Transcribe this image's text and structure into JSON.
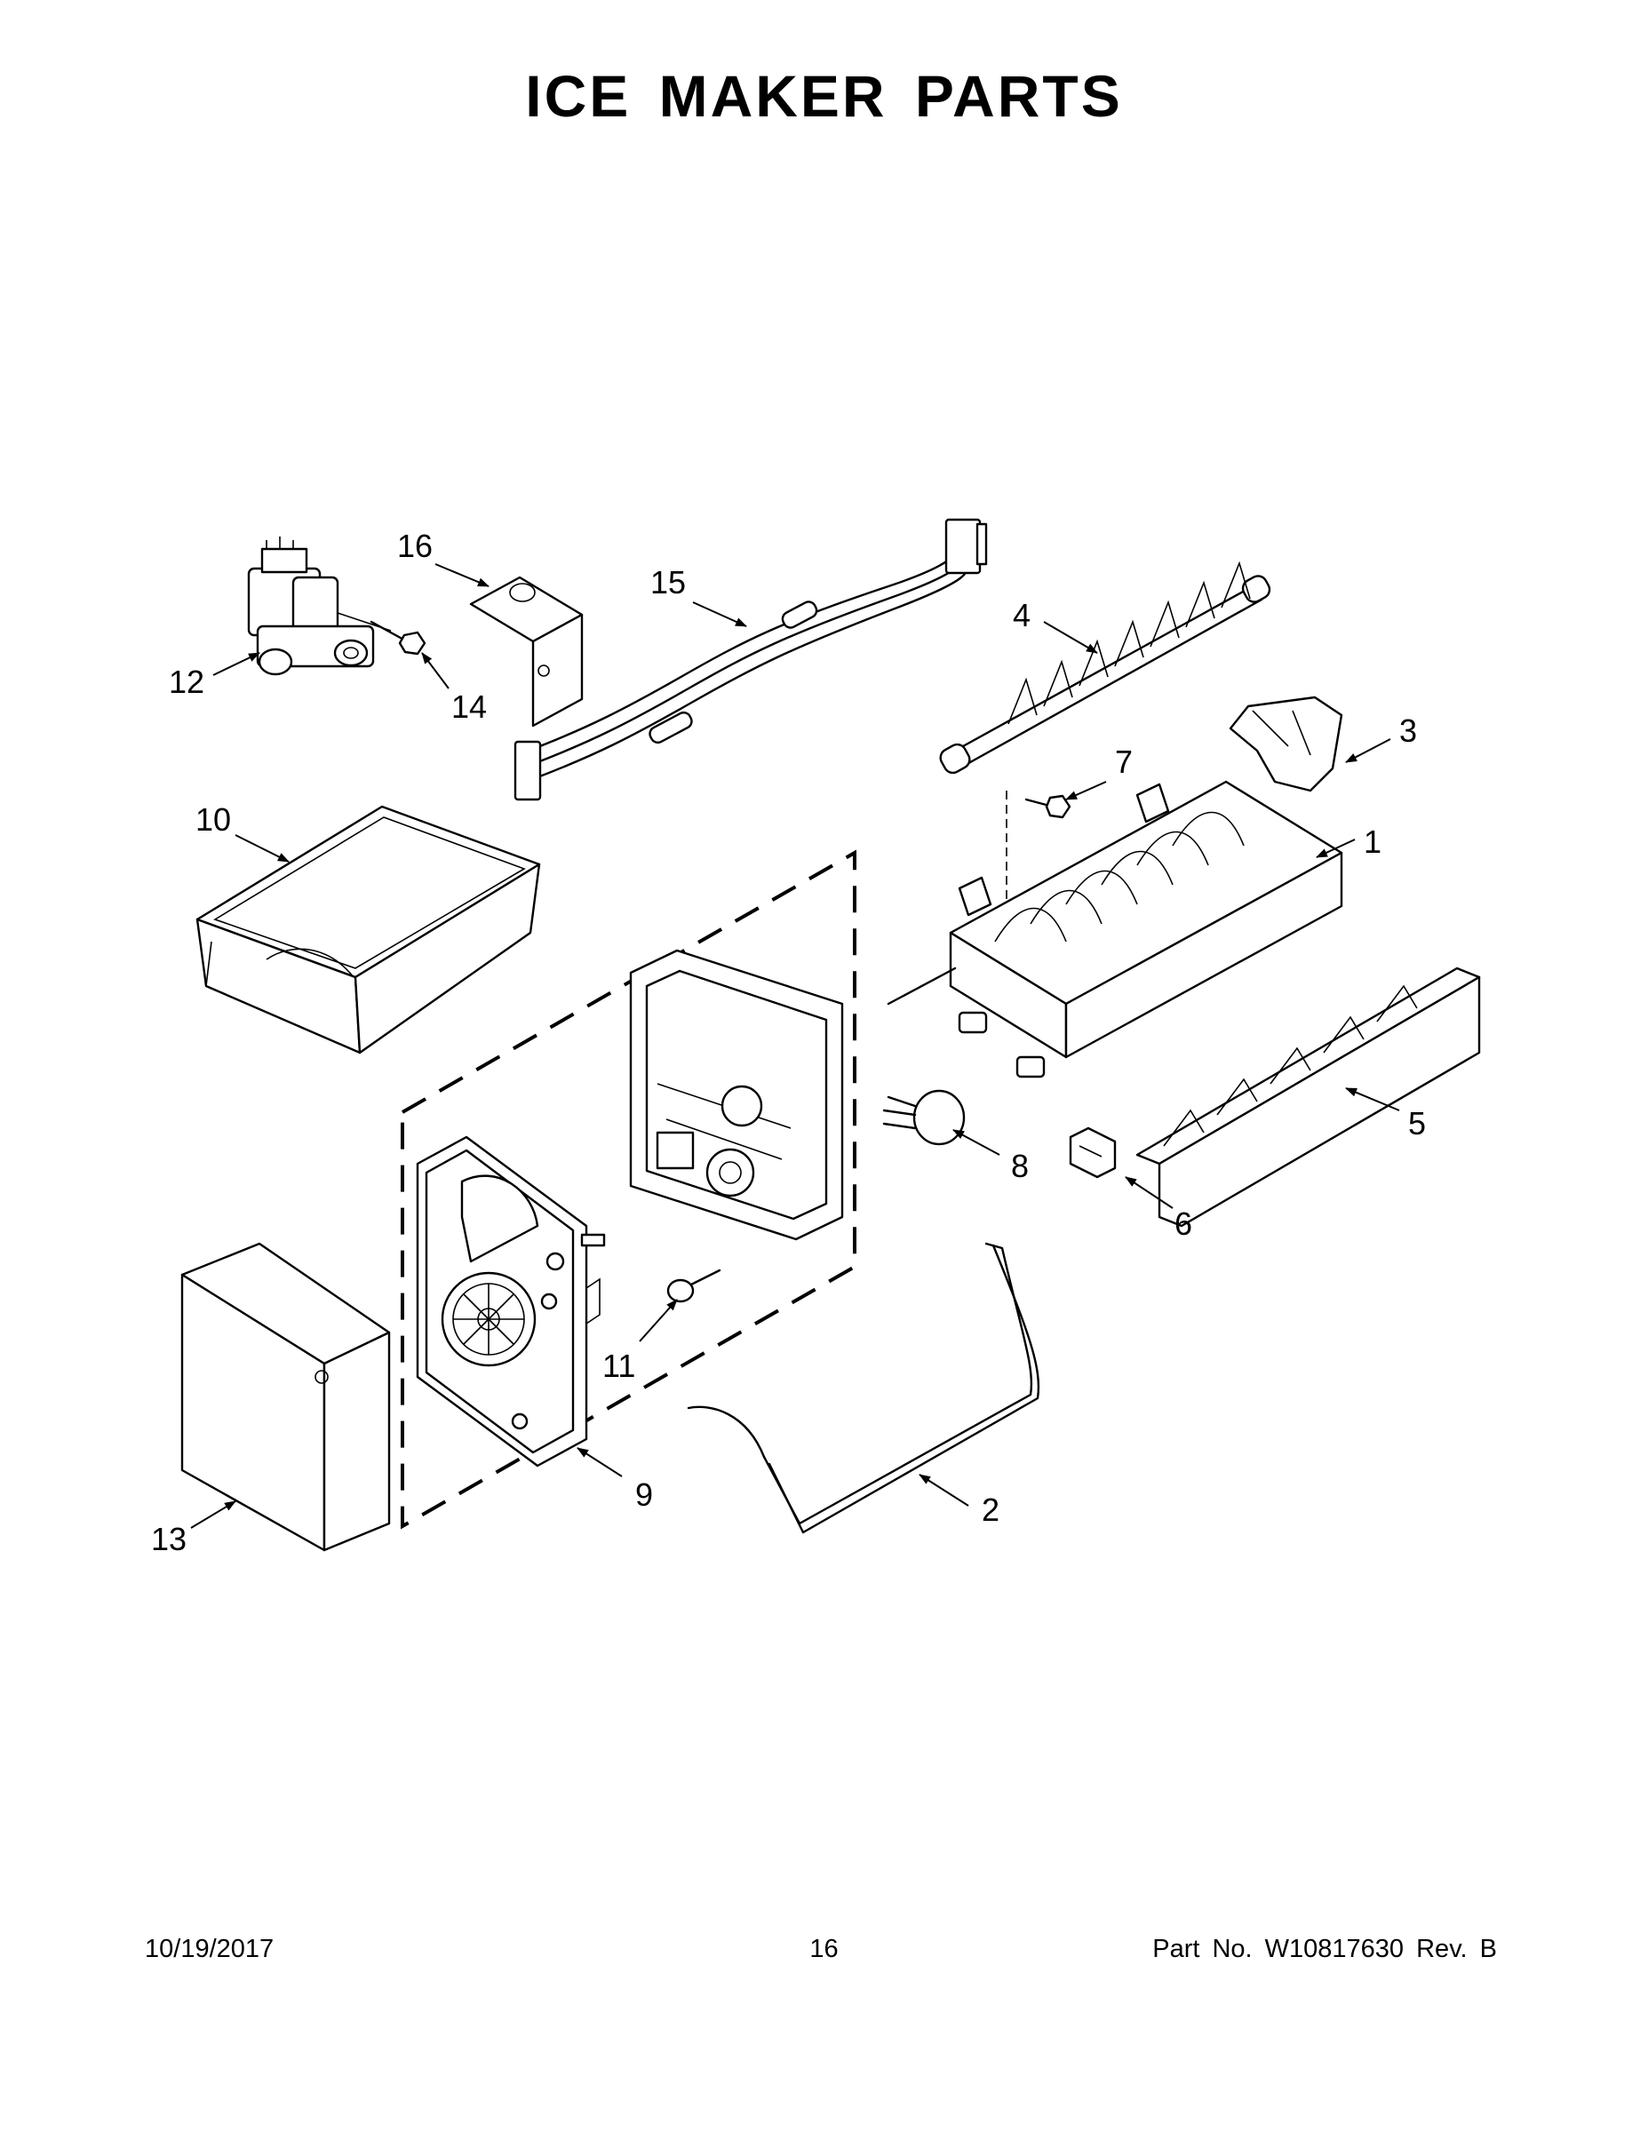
{
  "title": "ICE MAKER PARTS",
  "footer": {
    "date": "10/19/2017",
    "page": "16",
    "part_number": "Part No.  W10817630  Rev.  B"
  },
  "callouts": [
    "1",
    "2",
    "3",
    "4",
    "5",
    "6",
    "7",
    "8",
    "9",
    "10",
    "11",
    "12",
    "13",
    "14",
    "15",
    "16"
  ]
}
